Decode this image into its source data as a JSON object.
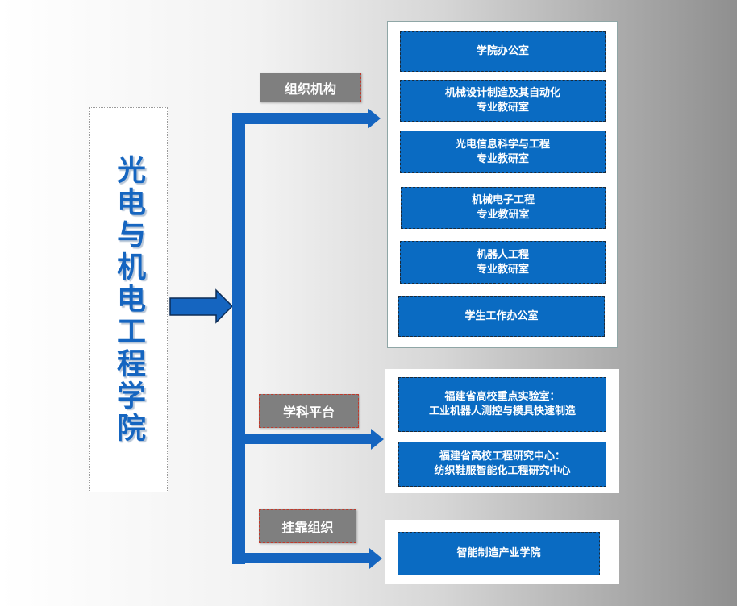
{
  "title": "光电与机电工程学院",
  "sections": {
    "org": {
      "label": "组织机构",
      "nodes": [
        {
          "line1": "学院办公室",
          "line2": ""
        },
        {
          "line1": "机械设计制造及其自动化",
          "line2": "专业教研室"
        },
        {
          "line1": "光电信息科学与工程",
          "line2": "专业教研室"
        },
        {
          "line1": "机械电子工程",
          "line2": "专业教研室"
        },
        {
          "line1": "机器人工程",
          "line2": "专业教研室"
        },
        {
          "line1": "学生工作办公室",
          "line2": ""
        }
      ]
    },
    "platform": {
      "label": "学科平台",
      "nodes": [
        {
          "line1": "福建省高校重点实验室：",
          "line2": "工业机器人测控与模具快速制造"
        },
        {
          "line1": "福建省高校工程研究中心：",
          "line2": "纺织鞋服智能化工程研究中心"
        }
      ]
    },
    "affiliated": {
      "label": "挂靠组织",
      "nodes": [
        {
          "line1": "智能制造产业学院",
          "line2": ""
        }
      ]
    }
  },
  "colors": {
    "node_fill": "#0a6bc2",
    "connector": "#1565c0",
    "label_fill": "#7f7f7f",
    "title_text": "#1565c0"
  }
}
